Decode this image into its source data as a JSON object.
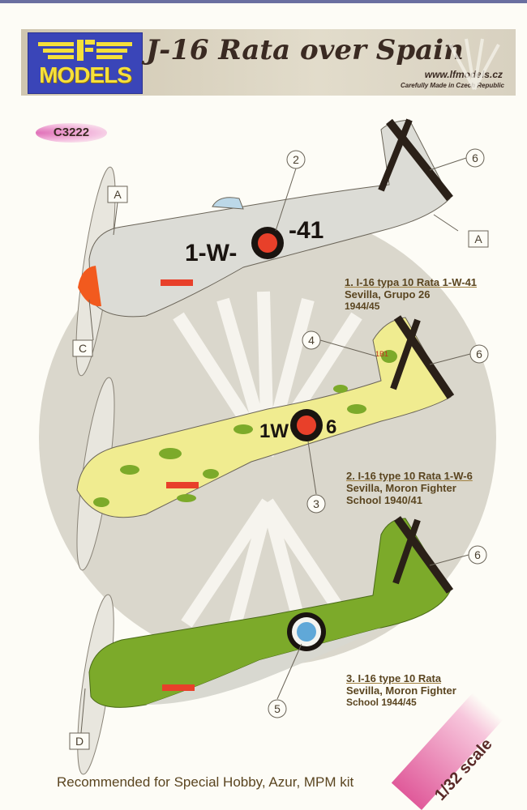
{
  "header": {
    "logo_text": "MODELS",
    "logo_mark": "LF",
    "title": "J-16 Rata over Spain",
    "website": "www.lfmodels.cz",
    "tagline": "Carefully Made in Czech Republic"
  },
  "product_code": "C3222",
  "callouts": {
    "a1": "A",
    "a2": "A",
    "c": "C",
    "n2": "2",
    "n6a": "6",
    "n4": "4",
    "n6b": "6",
    "n3": "3",
    "n6c": "6",
    "n5": "5",
    "d": "D"
  },
  "aircraft": [
    {
      "heading": "1. I-16 typa 10 Rata 1-W-41",
      "line1": "Sevilla, Grupo 26",
      "line2": "1944/45",
      "code_left": "1-W-",
      "code_right": "-41",
      "color": "#dcdcd6"
    },
    {
      "heading": "2. I-16 type 10 Rata 1-W-6",
      "line1": "Sevilla, Moron Fighter",
      "line2": "School 1940/41",
      "code_left": "1W",
      "code_right": "6",
      "tail_code": "1B1",
      "color": "#f0ec90"
    },
    {
      "heading": "3. I-16 type 10 Rata",
      "line1": "Sevilla, Moron Fighter",
      "line2": "School 1944/45",
      "color": "#7caa2a"
    }
  ],
  "footer": {
    "recommended": "Recommended for Special Hobby, Azur, MPM kit",
    "scale": "1/32 scale"
  }
}
